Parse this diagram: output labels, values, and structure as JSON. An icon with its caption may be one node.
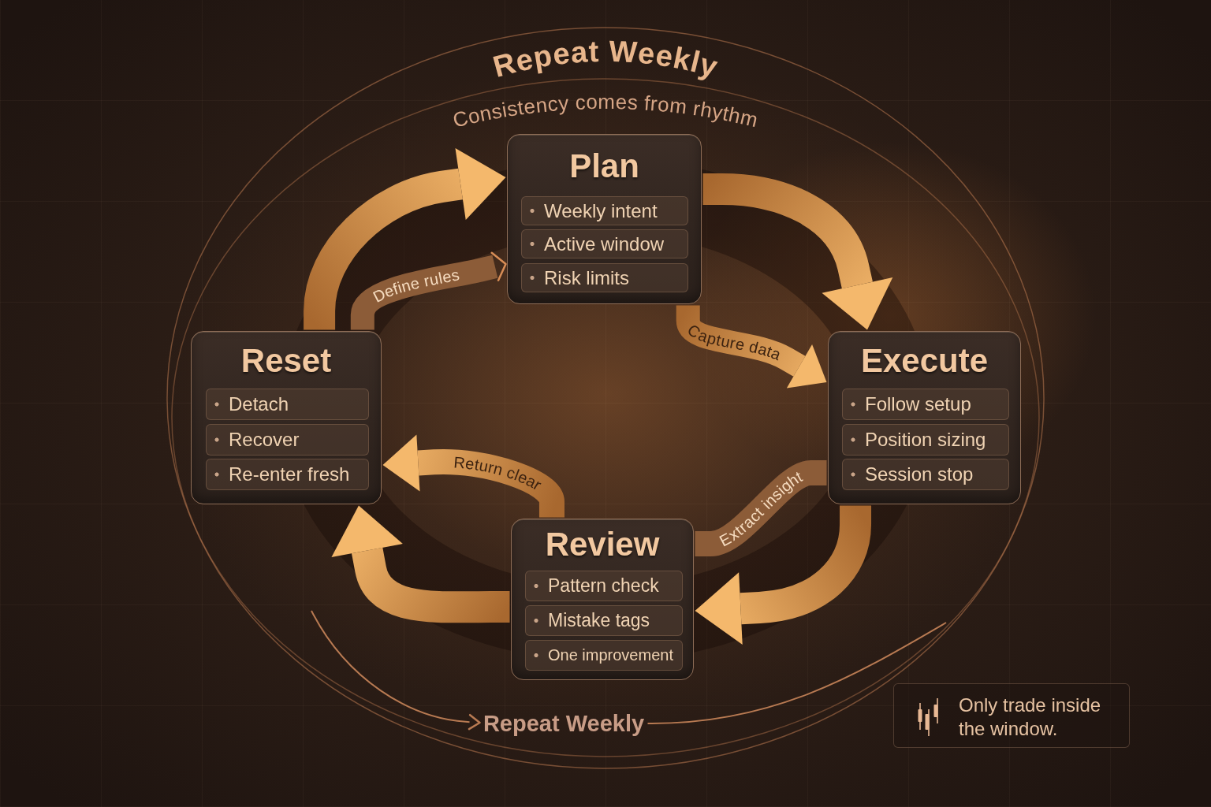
{
  "diagram": {
    "title": "Repeat Weekly",
    "nodes": [
      {
        "text": [
          "Plan"
        ]
      },
      {
        "text": [
          "Weekly intent"
        ],
        "in": 0
      },
      {
        "text": [
          "Active window"
        ],
        "in": 0
      },
      {
        "text": [
          "Risk limits"
        ],
        "in": 0
      },
      {
        "text": [
          "Reset"
        ]
      },
      {
        "text": [
          "Detach"
        ],
        "in": 4
      },
      {
        "text": [
          "Recover"
        ],
        "in": 4
      },
      {
        "text": [
          "Re-enter fresh"
        ],
        "in": 4
      },
      {
        "text": [
          "Execute"
        ]
      },
      {
        "text": [
          "Follow setup"
        ],
        "in": 8
      },
      {
        "text": [
          "Position sizing"
        ],
        "in": 8
      },
      {
        "text": [
          "Session stop"
        ],
        "in": 8
      },
      {
        "text": [
          "Review"
        ]
      },
      {
        "text": [
          "Pattern check"
        ],
        "in": 12
      },
      {
        "text": [
          "Mistake tags"
        ],
        "in": 12
      },
      {
        "text": [
          "One improvement"
        ],
        "in": 12
      },
      {
        "text": [
          "Repeat Weekly"
        ]
      },
      {
        "text": [
          "Only trade inside the window."
        ]
      }
    ],
    "edges": [
      {
        "from": 0,
        "to": 8,
        "arrow": "to",
        "style": "thick"
      },
      {
        "from": 8,
        "to": 12,
        "arrow": "to",
        "style": "thick"
      },
      {
        "from": 12,
        "to": 4,
        "arrow": "to",
        "style": "thick"
      },
      {
        "from": 4,
        "to": 0,
        "arrow": "to",
        "style": "thick"
      },
      {
        "from": 0,
        "to": 8,
        "label": "Capture data",
        "arrow": "to",
        "style": "thick"
      },
      {
        "from": 8,
        "to": 12,
        "label": "Extract insight",
        "arrow": "none",
        "style": "thick",
        "color": "#8c5c38"
      },
      {
        "from": 12,
        "to": 4,
        "label": "Return clear",
        "arrow": "to",
        "style": "thick"
      },
      {
        "from": 4,
        "to": 0,
        "label": "Define rules",
        "arrow": "to",
        "style": "thick",
        "color": "#8c5c38"
      },
      {
        "from": null,
        "to": 16,
        "arrow": "to",
        "color": "#b87a52"
      },
      {
        "from": 16,
        "to": null,
        "arrow": "none",
        "color": "#b87a52"
      }
    ],
    "labels": [
      "Consistency comes from rhythm"
    ]
  }
}
